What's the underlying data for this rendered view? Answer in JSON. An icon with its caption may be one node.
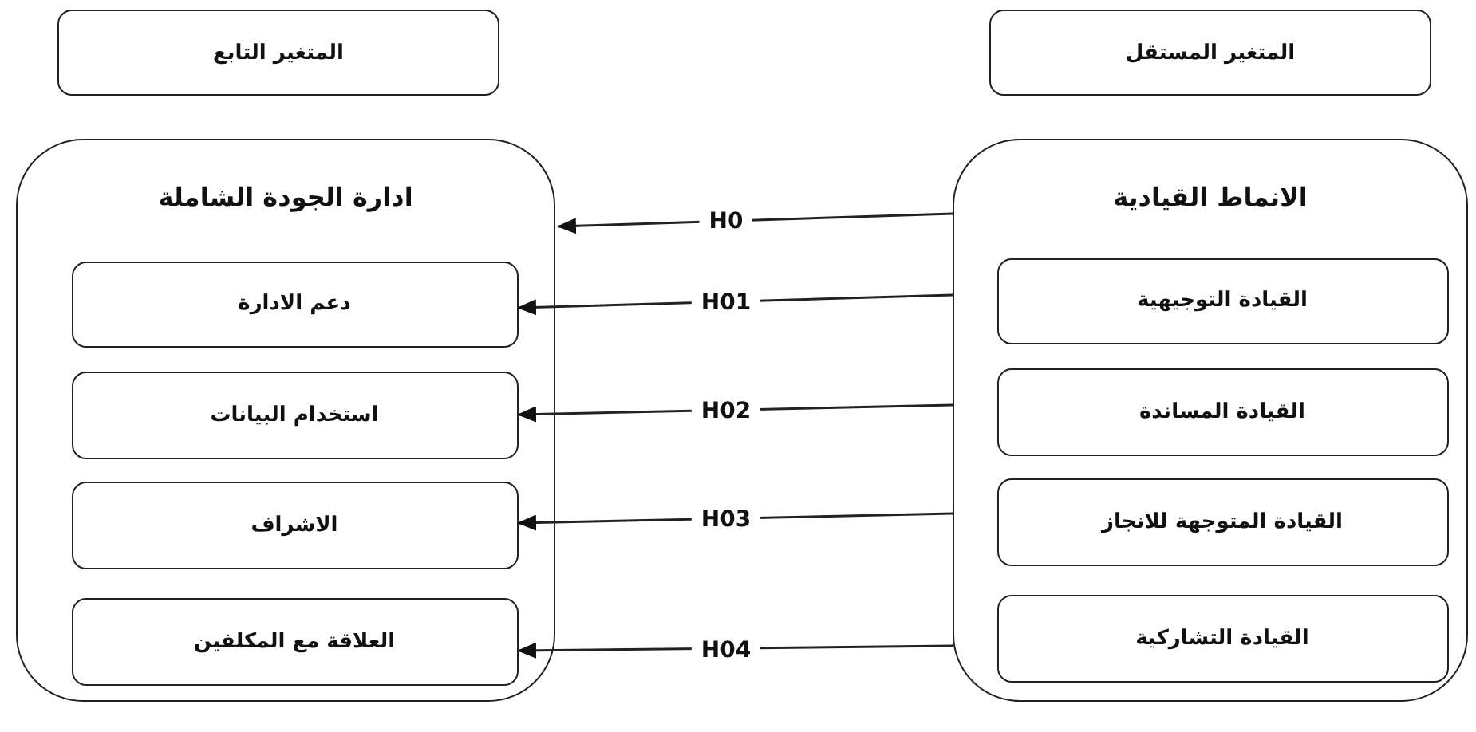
{
  "diagram": {
    "nodes": [
      {
        "text": [
          "المتغير التابع"
        ]
      },
      {
        "text": [
          "المتغير المستقل"
        ]
      },
      {
        "text": [
          "ادارة الجودة الشاملة"
        ]
      },
      {
        "text": [
          "دعم الادارة"
        ],
        "in": 2
      },
      {
        "text": [
          "استخدام البيانات"
        ],
        "in": 2
      },
      {
        "text": [
          "الاشراف"
        ],
        "in": 2
      },
      {
        "text": [
          "العلاقة مع المكلفين"
        ],
        "in": 2
      },
      {
        "text": [
          "الانماط القيادية"
        ]
      },
      {
        "text": [
          "القيادة التوجيهية"
        ],
        "in": 7
      },
      {
        "text": [
          "القيادة المساندة"
        ],
        "in": 7
      },
      {
        "text": [
          "القيادة المتوجهة للانجاز"
        ],
        "in": 7
      },
      {
        "text": [
          "القيادة التشاركية"
        ],
        "in": 7
      }
    ],
    "edges": [
      {
        "from": 7,
        "to": 2,
        "arrow": "to",
        "label": "H0"
      },
      {
        "from": 7,
        "to": 3,
        "arrow": "to",
        "label": "H01"
      },
      {
        "from": 7,
        "to": 4,
        "arrow": "to",
        "label": "H02"
      },
      {
        "from": 7,
        "to": 5,
        "arrow": "to",
        "label": "H03"
      },
      {
        "from": 7,
        "to": 6,
        "arrow": "to",
        "label": "H04"
      }
    ]
  }
}
